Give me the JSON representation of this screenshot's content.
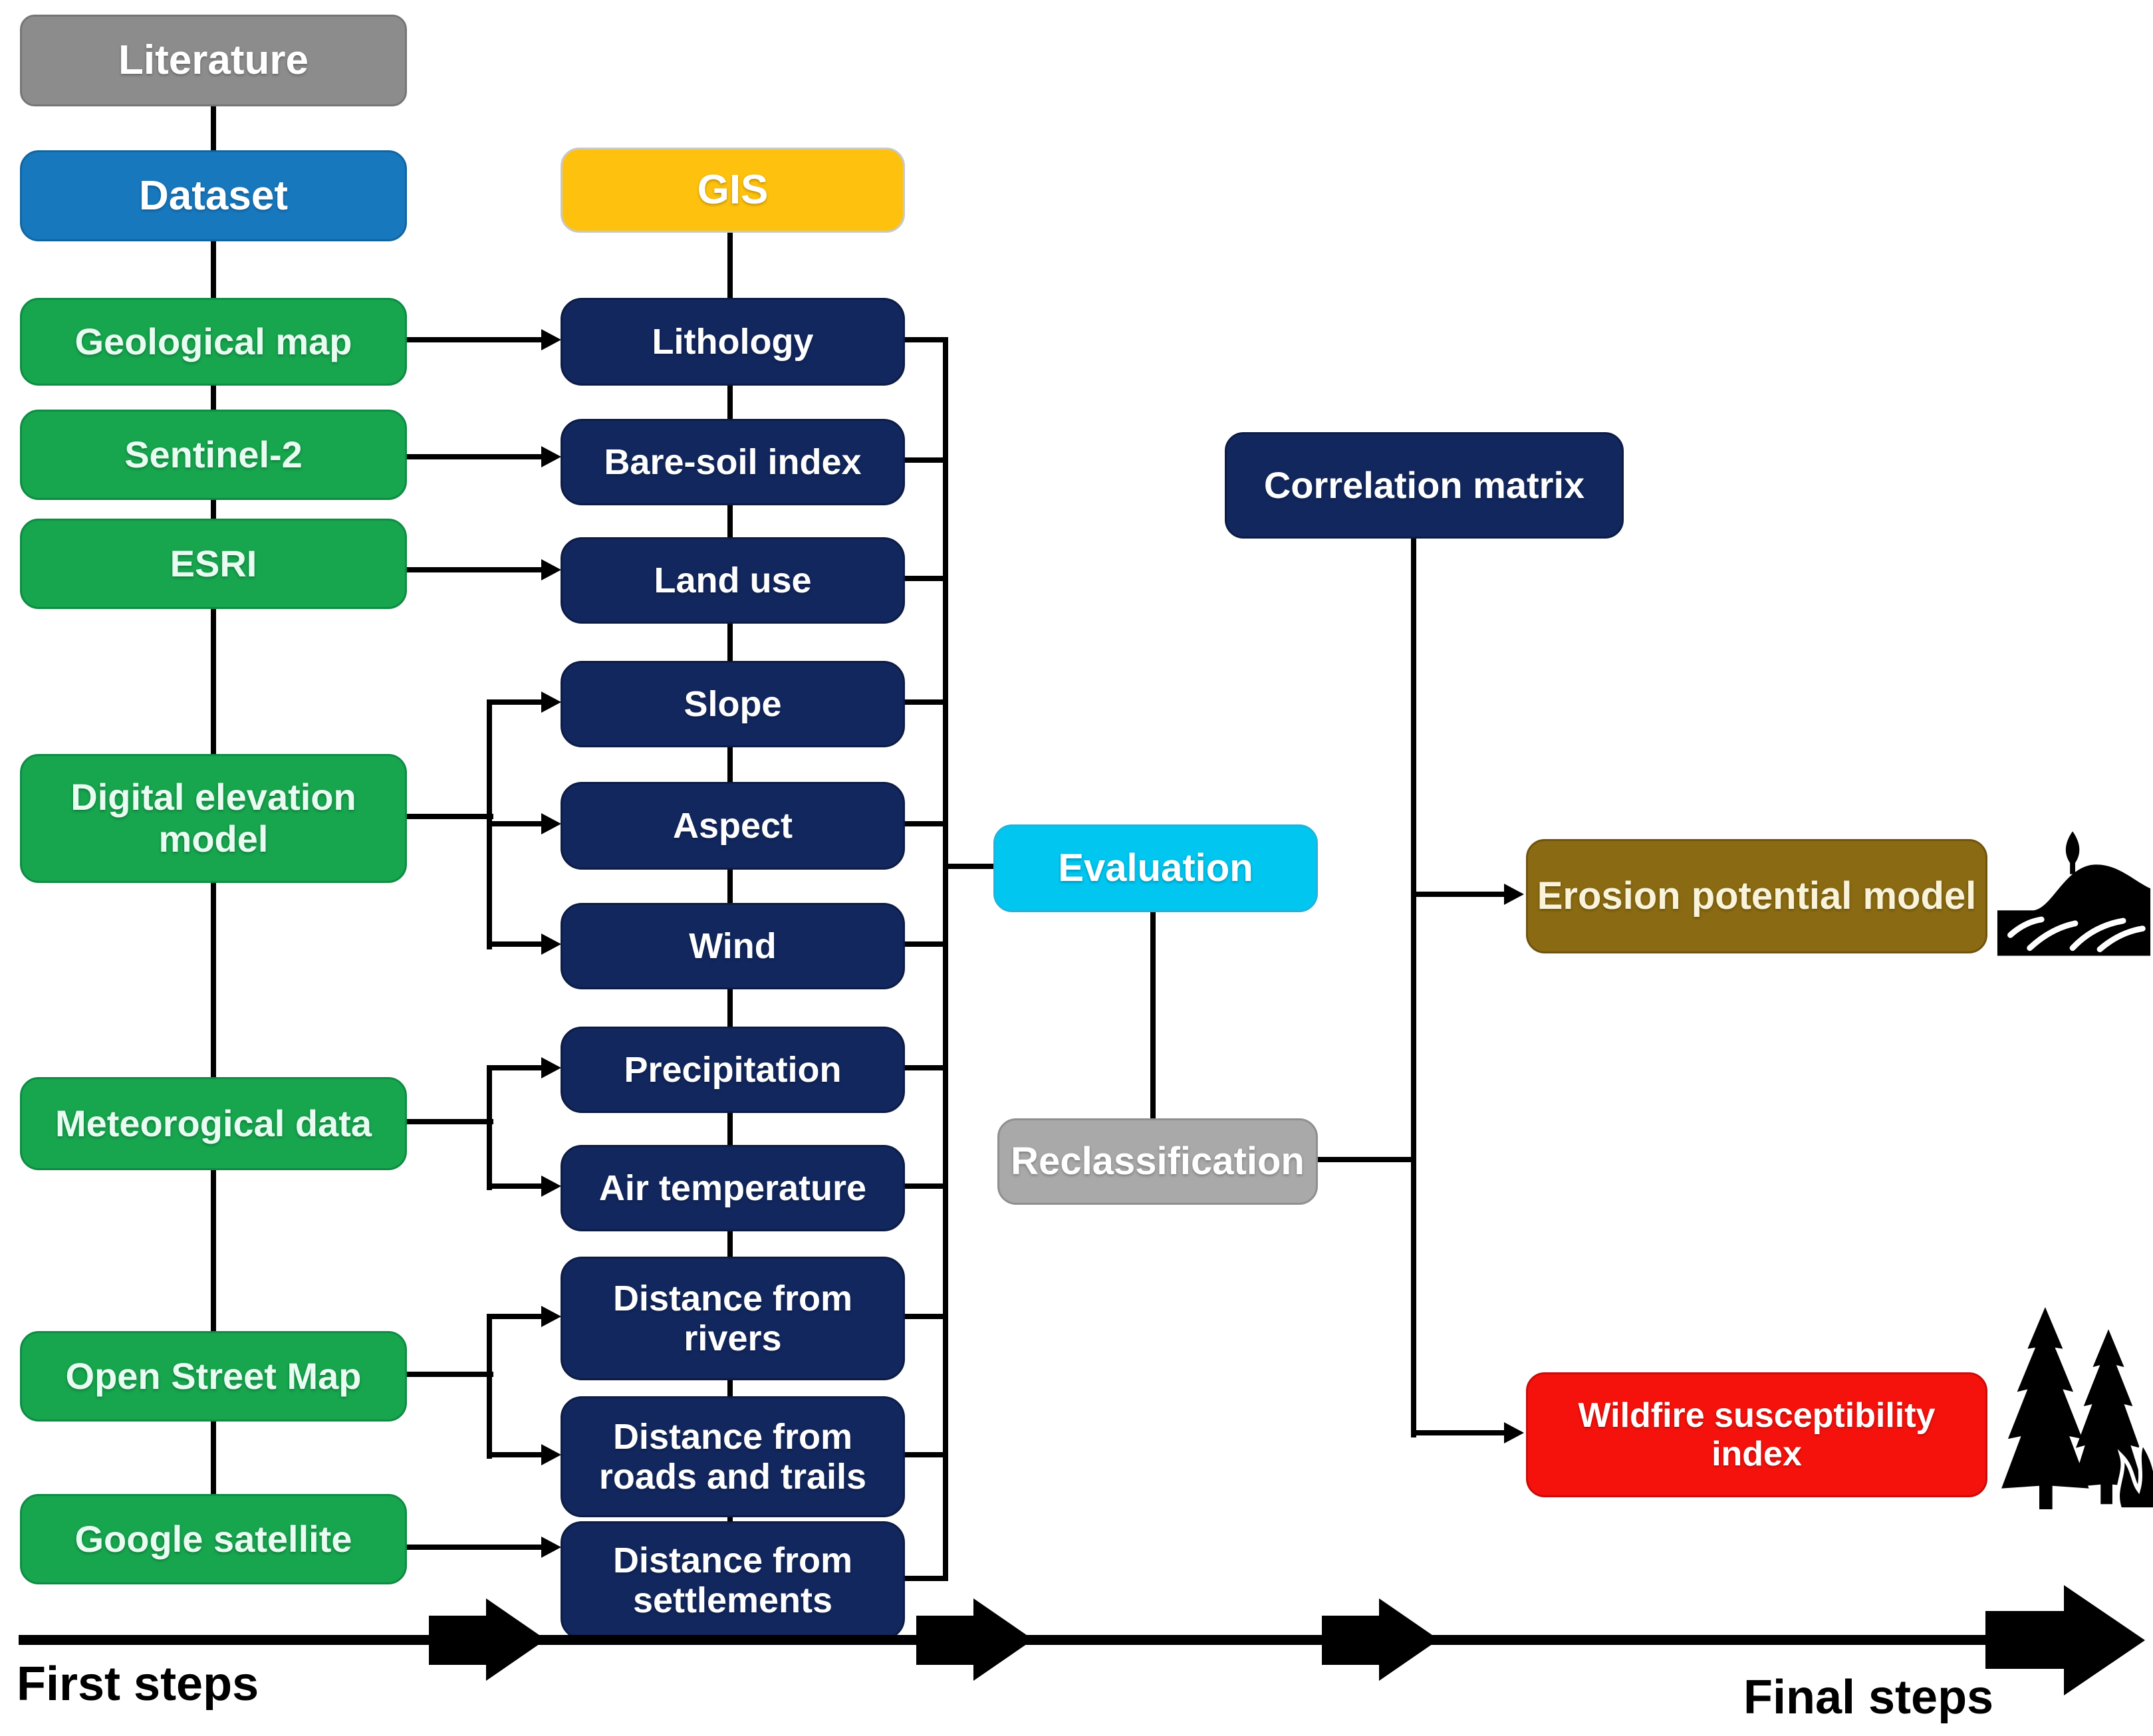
{
  "palette": {
    "literature_gray": "#8C8C8C",
    "dataset_blue": "#1878BE",
    "source_green": "#17A54E",
    "gis_yellow": "#FEC20E",
    "factor_navy": "#12275E",
    "evaluation_cyan": "#00C6F0",
    "reclass_gray": "#A9A9A9",
    "erosion_brown": "#8A6A12",
    "wildfire_red": "#F5120D",
    "line_black": "#000000"
  },
  "left_column": {
    "literature": "Literature",
    "dataset": "Dataset",
    "sources": [
      "Geological map",
      "Sentinel-2",
      "ESRI",
      "Digital elevation model",
      "Meteorogical data",
      "Open Street Map",
      "Google satellite"
    ]
  },
  "gis_column": {
    "gis": "GIS",
    "factors": [
      "Lithology",
      "Bare-soil index",
      "Land use",
      "Slope",
      "Aspect",
      "Wind",
      "Precipitation",
      "Air temperature",
      "Distance from rivers",
      "Distance from roads and trails",
      "Distance from settlements"
    ]
  },
  "process": {
    "evaluation": "Evaluation",
    "reclassification": "Reclassification",
    "correlation_matrix": "Correlation matrix"
  },
  "outputs": {
    "erosion": "Erosion potential model",
    "wildfire": "Wildfire susceptibility index"
  },
  "icons": {
    "erosion": "terrain-contours-icon",
    "wildfire": "burning-trees-icon"
  },
  "timeline": {
    "start_label": "First steps",
    "end_label": "Final steps"
  },
  "edges": [
    {
      "from": "Literature",
      "to": "Dataset"
    },
    {
      "from": "Dataset",
      "to": "Geological map / Sentinel-2 / ESRI / Digital elevation model / Meteorogical data / Open Street Map / Google satellite"
    },
    {
      "from": "Geological map",
      "to": "Lithology"
    },
    {
      "from": "Sentinel-2",
      "to": "Bare-soil index"
    },
    {
      "from": "ESRI",
      "to": "Land use"
    },
    {
      "from": "Digital elevation model",
      "to": "Slope / Aspect / Wind"
    },
    {
      "from": "Meteorogical data",
      "to": "Precipitation / Air temperature"
    },
    {
      "from": "Open Street Map",
      "to": "Distance from rivers / Distance from roads and trails"
    },
    {
      "from": "Google satellite",
      "to": "Distance from settlements"
    },
    {
      "from": "GIS",
      "to": "Lithology"
    },
    {
      "from": "all factors",
      "to": "Evaluation"
    },
    {
      "from": "Evaluation",
      "to": "Reclassification"
    },
    {
      "from": "Reclassification",
      "to": "Correlation matrix line"
    },
    {
      "from": "Correlation matrix",
      "to": "Erosion potential model"
    },
    {
      "from": "Correlation matrix",
      "to": "Wildfire susceptibility index"
    }
  ]
}
